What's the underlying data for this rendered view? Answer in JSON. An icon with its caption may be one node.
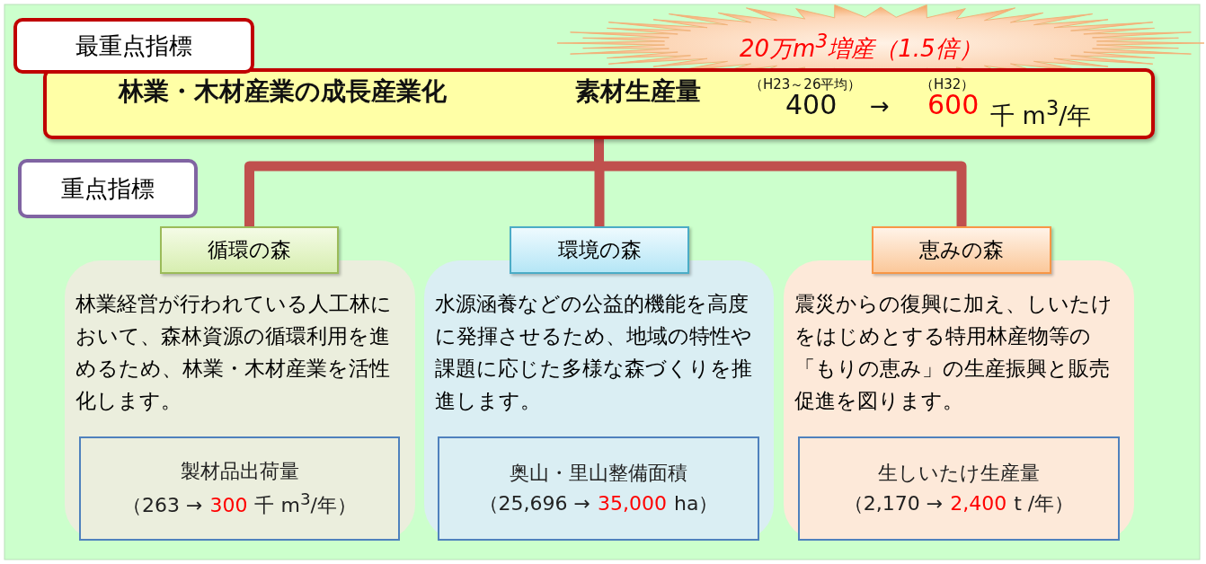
{
  "diagram": {
    "nodes": [
      {
        "text": [
          "最重点指標"
        ]
      },
      {
        "text": [
          "林業・木材産業の成長産業化",
          "素材生産量",
          "（H23～26平均）",
          "400",
          "→",
          "（H32）",
          "600",
          "千 m$^{3}$/年"
        ]
      },
      {
        "text": [
          "20万m$^{3}$増産（1.5倍）"
        ]
      },
      {
        "text": [
          "重点指標"
        ]
      },
      {
        "text": [
          "循環の森"
        ]
      },
      {
        "text": [
          "林業経営が行われている人工林において、森林資源の循環利用を進めるため、林業・木材産業を活性化します。"
        ]
      },
      {
        "text": [
          "製材品出荷量",
          "（263 →",
          "300",
          "千 m$^{3}$/年）"
        ],
        "in": 5
      },
      {
        "text": [
          "環境の森"
        ]
      },
      {
        "text": [
          "水源涵養などの公益的機能を高度に発揮させるため、地域の特性や課題に応じた多様な森づくりを推進します。"
        ]
      },
      {
        "text": [
          "奥山・里山整備面積",
          "（25,696 →",
          "35,000",
          "ha）"
        ],
        "in": 8
      },
      {
        "text": [
          "恵みの森"
        ]
      },
      {
        "text": [
          "震災からの復興に加え、しいたけをはじめとする特用林産物等の「もりの恵み」の生産振興と販売促進を図ります。"
        ]
      },
      {
        "text": [
          "生しいたけ生産量",
          "（2,170 →",
          "2,400",
          "t /年）"
        ],
        "in": 11
      }
    ],
    "edges": [
      {
        "from": 1,
        "to": 4,
        "arrow": "none"
      },
      {
        "from": 1,
        "to": 7,
        "arrow": "none"
      },
      {
        "from": 1,
        "to": 10,
        "arrow": "none"
      }
    ]
  }
}
